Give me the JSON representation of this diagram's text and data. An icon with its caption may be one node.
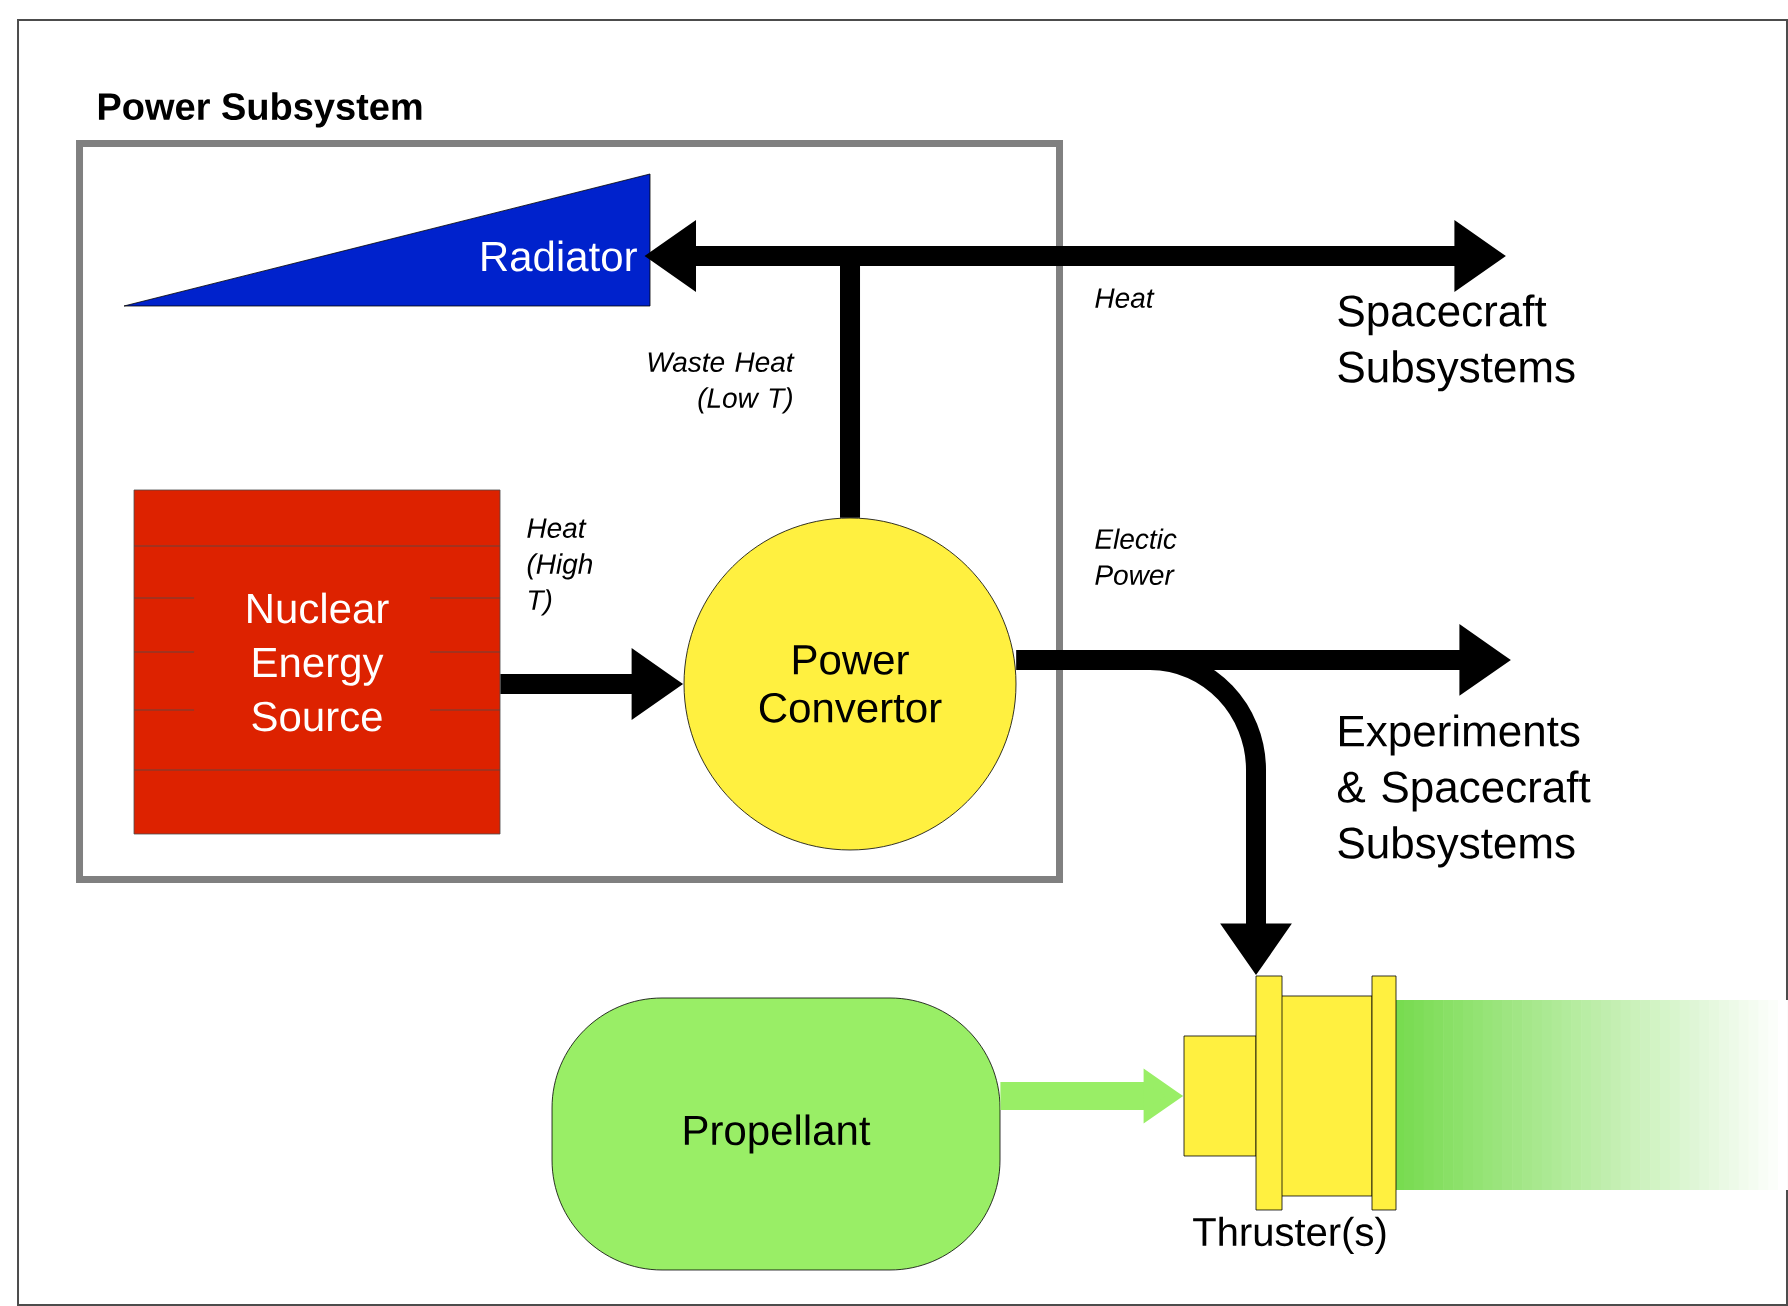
{
  "diagram": {
    "nodes": [
      {
        "text": [
          "Power Subsystem"
        ]
      },
      {
        "text": [
          "Radiator"
        ],
        "in": 0
      },
      {
        "text": [
          "Nuclear Energy Source"
        ],
        "in": 0
      },
      {
        "text": [
          "Power Convertor"
        ],
        "in": 0
      },
      {
        "text": [
          "Spacecraft Subsystems"
        ]
      },
      {
        "text": [
          "Experiments & Spacecraft Subsystems"
        ]
      },
      {
        "text": [
          "Propellant"
        ]
      },
      {
        "text": [
          "Thruster(s)"
        ]
      }
    ],
    "edges": [
      {
        "from": 2,
        "to": 3,
        "arrow": "to",
        "label": "Heat (High T)"
      },
      {
        "from": 3,
        "to": 1,
        "arrow": "to",
        "label": "Waste Heat (Low T)"
      },
      {
        "from": 3,
        "to": 4,
        "arrow": "to",
        "label": "Heat"
      },
      {
        "from": 3,
        "to": 5,
        "arrow": "to",
        "label": "Electic Power"
      },
      {
        "from": 3,
        "to": 7,
        "arrow": "to"
      },
      {
        "from": 6,
        "to": 7,
        "arrow": "to",
        "color": "#99ee66"
      }
    ]
  }
}
